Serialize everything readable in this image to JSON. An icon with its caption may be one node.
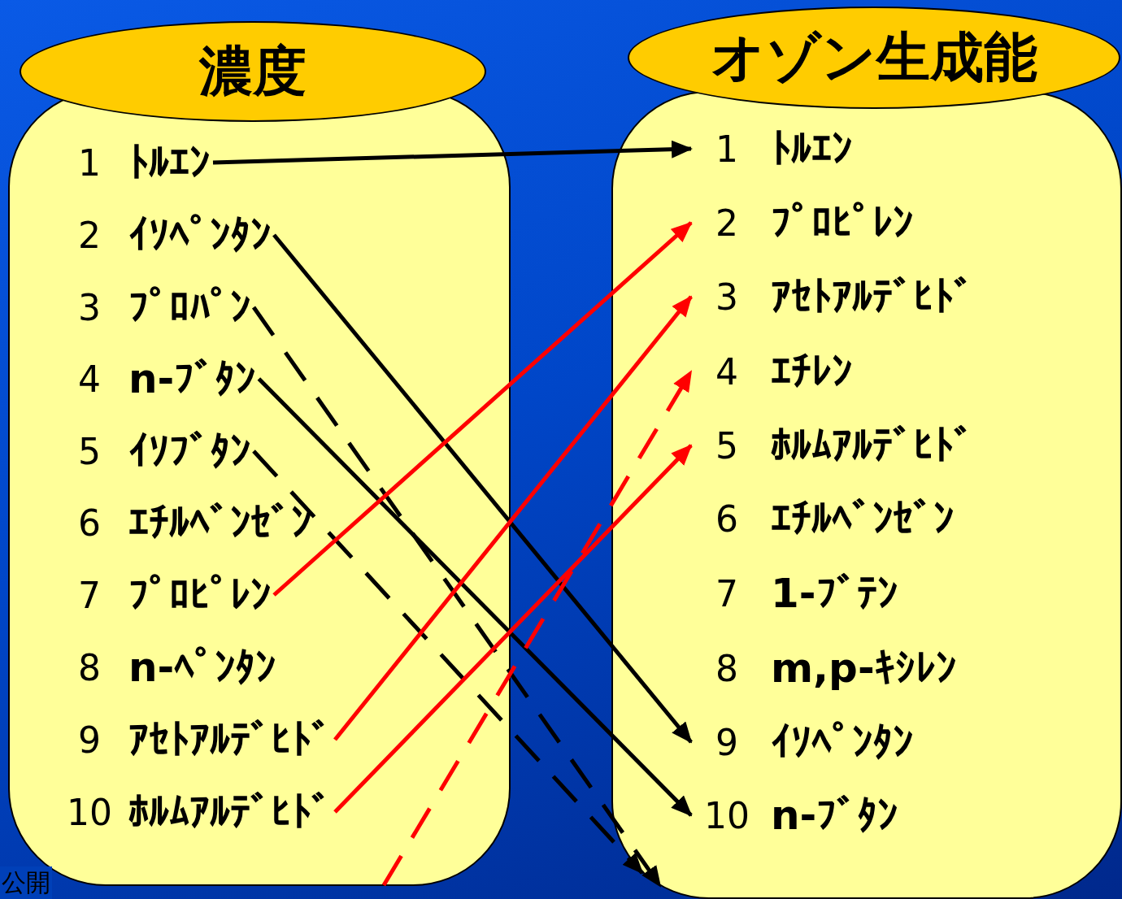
{
  "diagram": {
    "nodes": [
      {
        "text": [
          "濃度"
        ]
      },
      {
        "text": [
          "1",
          "ﾄﾙｴﾝ"
        ],
        "in": 0
      },
      {
        "text": [
          "2",
          "ｲｿﾍﾟﾝﾀﾝ"
        ],
        "in": 0
      },
      {
        "text": [
          "3",
          "ﾌﾟﾛﾊﾟﾝ"
        ],
        "in": 0
      },
      {
        "text": [
          "4",
          "n-ﾌﾞﾀﾝ"
        ],
        "in": 0
      },
      {
        "text": [
          "5",
          "ｲｿﾌﾞﾀﾝ"
        ],
        "in": 0
      },
      {
        "text": [
          "6",
          "ｴﾁﾙﾍﾞﾝｾﾞﾝ"
        ],
        "in": 0
      },
      {
        "text": [
          "7",
          "ﾌﾟﾛﾋﾟﾚﾝ"
        ],
        "in": 0
      },
      {
        "text": [
          "8",
          "n-ﾍﾟﾝﾀﾝ"
        ],
        "in": 0
      },
      {
        "text": [
          "9",
          "ｱｾﾄｱﾙﾃﾞﾋﾄﾞ"
        ],
        "in": 0
      },
      {
        "text": [
          "10",
          "ﾎﾙﾑｱﾙﾃﾞﾋﾄﾞ"
        ],
        "in": 0
      },
      {
        "text": [
          "オゾン生成能"
        ]
      },
      {
        "text": [
          "1",
          "ﾄﾙｴﾝ"
        ],
        "in": 11
      },
      {
        "text": [
          "2",
          "ﾌﾟﾛﾋﾟﾚﾝ"
        ],
        "in": 11
      },
      {
        "text": [
          "3",
          "ｱｾﾄｱﾙﾃﾞﾋﾄﾞ"
        ],
        "in": 11
      },
      {
        "text": [
          "4",
          "ｴﾁﾚﾝ"
        ],
        "in": 11
      },
      {
        "text": [
          "5",
          "ﾎﾙﾑｱﾙﾃﾞﾋﾄﾞ"
        ],
        "in": 11
      },
      {
        "text": [
          "6",
          "ｴﾁﾙﾍﾞﾝｾﾞﾝ"
        ],
        "in": 11
      },
      {
        "text": [
          "7",
          "1-ﾌﾞﾃﾝ"
        ],
        "in": 11
      },
      {
        "text": [
          "8",
          "m,p-ｷｼﾚﾝ"
        ],
        "in": 11
      },
      {
        "text": [
          "9",
          "ｲｿﾍﾟﾝﾀﾝ"
        ],
        "in": 11
      },
      {
        "text": [
          "10",
          "n-ﾌﾞﾀﾝ"
        ],
        "in": 11
      }
    ],
    "edges": [
      {
        "from": 1,
        "to": 12,
        "arrow": "to"
      },
      {
        "from": 2,
        "to": 20,
        "arrow": "to"
      },
      {
        "from": 3,
        "to": 11,
        "arrow": "to",
        "style": "dashed"
      },
      {
        "from": 4,
        "to": 21,
        "arrow": "to"
      },
      {
        "from": 5,
        "to": 11,
        "arrow": "to",
        "style": "dashed"
      },
      {
        "from": 7,
        "to": 13,
        "arrow": "to",
        "color": "#ff0000"
      },
      {
        "from": 9,
        "to": 14,
        "arrow": "to",
        "color": "#ff0000"
      },
      {
        "from": 0,
        "to": 15,
        "arrow": "to",
        "style": "dashed",
        "color": "#ff0000"
      },
      {
        "from": 10,
        "to": 16,
        "arrow": "to",
        "color": "#ff0000"
      }
    ],
    "labels": [
      "公開"
    ]
  }
}
